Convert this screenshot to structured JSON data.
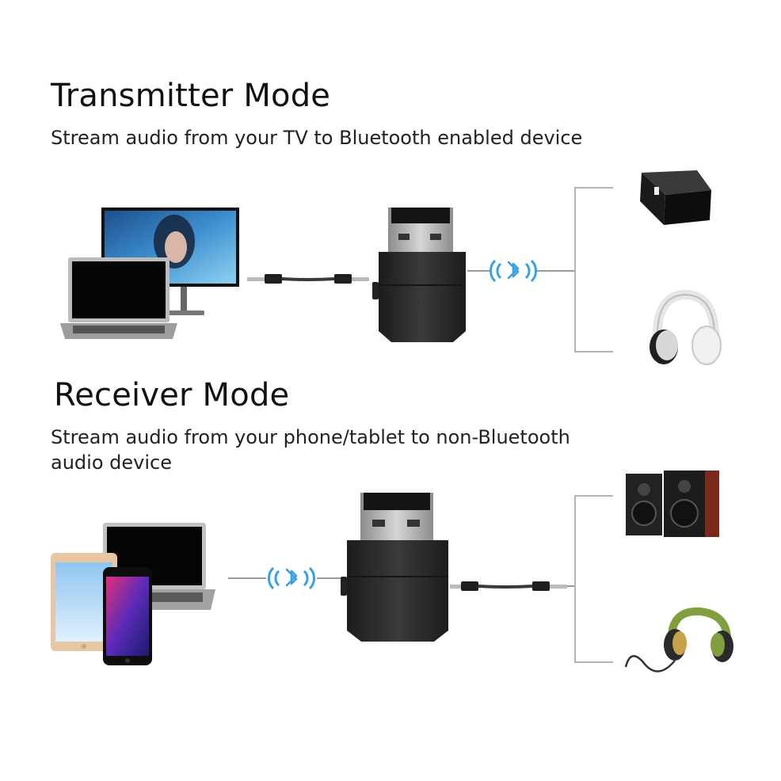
{
  "transmitter": {
    "title": "Transmitter Mode",
    "description": "Stream audio from your TV to Bluetooth enabled device"
  },
  "receiver": {
    "title": "Receiver Mode",
    "description_line1": "Stream audio from your phone/tablet to non-Bluetooth",
    "description_line2": "audio device"
  },
  "colors": {
    "bluetooth": "#3aa0e6",
    "adapter": "#2a2a2a",
    "connector": "#9a9a9a",
    "leader_line": "#b5b5b5",
    "speaker_wood": "#7a2a1a",
    "headphone_green": "#7fa03c"
  },
  "icons": {
    "bluetooth": "bluetooth-icon",
    "monitor": "monitor-icon",
    "laptop": "laptop-icon",
    "usb_adapter": "usb-adapter-icon",
    "bluetooth_speaker": "bluetooth-speaker-icon",
    "headphones": "headphones-icon",
    "tablet": "tablet-icon",
    "smartphone": "smartphone-icon",
    "bookshelf_speakers": "bookshelf-speakers-icon",
    "wired_headphones": "wired-headphones-icon"
  }
}
